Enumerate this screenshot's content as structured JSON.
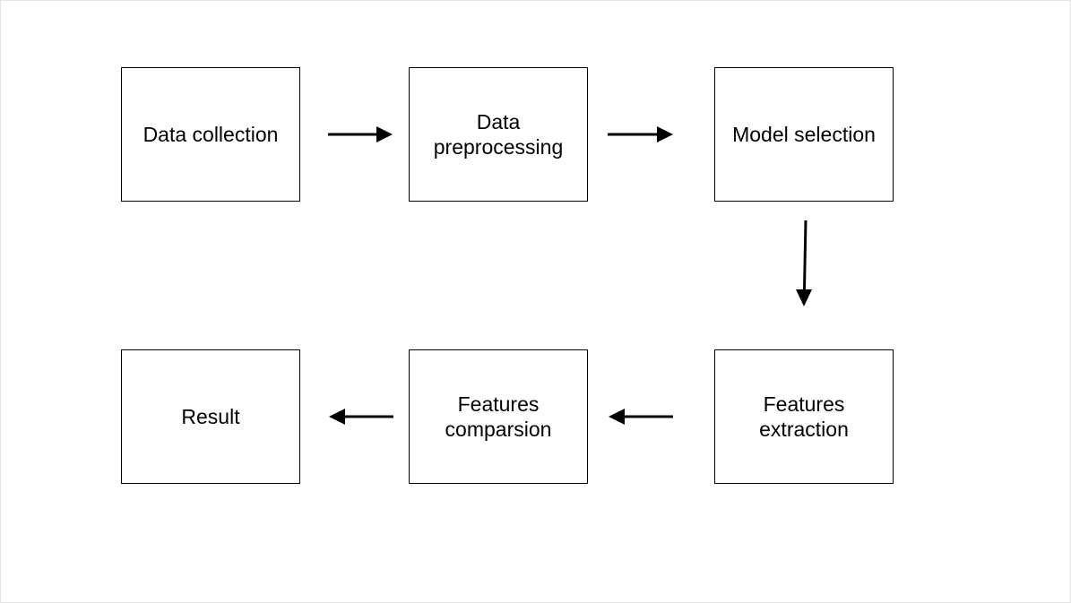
{
  "diagram": {
    "type": "flowchart",
    "nodes": [
      {
        "id": "data_collection",
        "label": "Data collection"
      },
      {
        "id": "data_preprocessing",
        "label": "Data\npreprocessing"
      },
      {
        "id": "model_selection",
        "label": "Model selection"
      },
      {
        "id": "features_extraction",
        "label": "Features\nextraction"
      },
      {
        "id": "features_comparison",
        "label": "Features\ncomparsion"
      },
      {
        "id": "result",
        "label": "Result"
      }
    ],
    "edges": [
      {
        "from": "data_collection",
        "to": "data_preprocessing"
      },
      {
        "from": "data_preprocessing",
        "to": "model_selection"
      },
      {
        "from": "model_selection",
        "to": "features_extraction"
      },
      {
        "from": "features_extraction",
        "to": "features_comparison"
      },
      {
        "from": "features_comparison",
        "to": "result"
      }
    ],
    "colors": {
      "stroke": "#000000",
      "fill": "#ffffff",
      "text": "#000000"
    }
  }
}
